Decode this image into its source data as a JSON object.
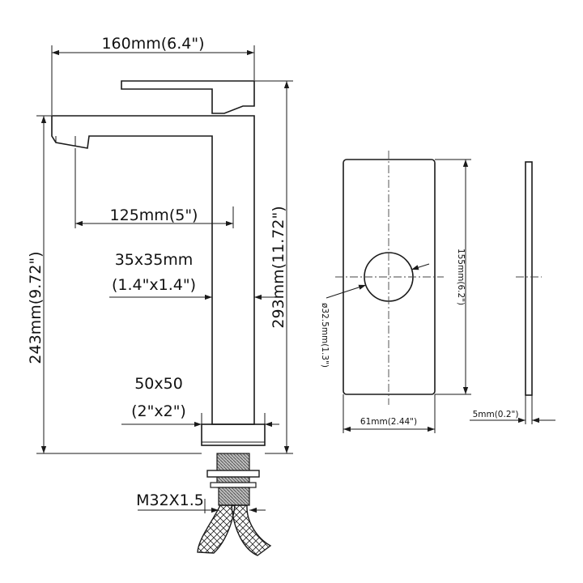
{
  "dimensions": {
    "width_160": "160mm(6.4\")",
    "spout_125": "125mm(5\")",
    "body_35_line1": "35x35mm",
    "body_35_line2": "(1.4\"x1.4\")",
    "base_50_line1": "50x50",
    "base_50_line2": "(2\"x2\")",
    "height_243": "243mm(9.72\")",
    "height_293": "293mm(11.72\")",
    "thread": "M32X1.5",
    "plate_height": "155mm(6.2\")",
    "hole_diameter": "ø32.5mm(1.3\")",
    "plate_width": "61mm(2.44\")",
    "plate_thickness": "5mm(0.2\")"
  },
  "colors": {
    "line": "#1a1a1a",
    "background": "#ffffff"
  }
}
